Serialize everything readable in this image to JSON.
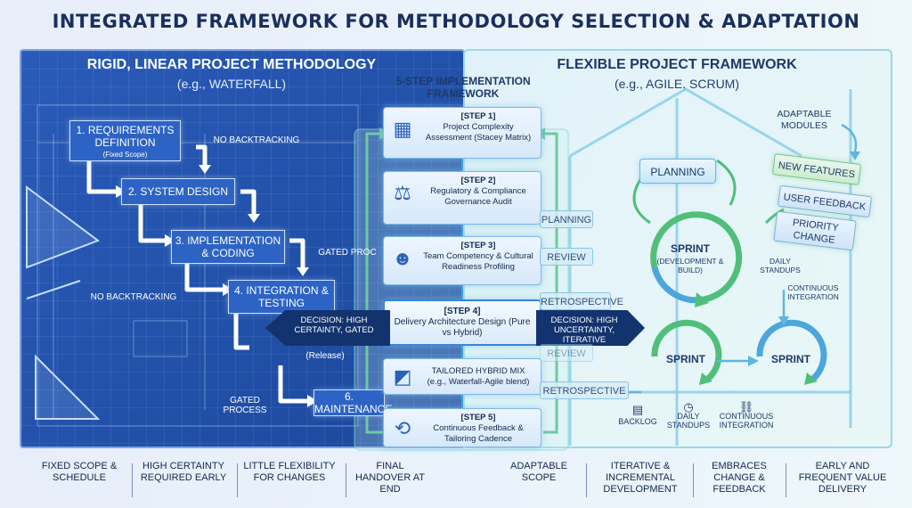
{
  "title": "INTEGRATED FRAMEWORK FOR METHODOLOGY SELECTION & ADAPTATION",
  "left": {
    "title": "RIGID, LINEAR PROJECT METHODOLOGY",
    "subtitle": "(e.g., WATERFALL)",
    "steps": [
      {
        "label": "1. REQUIREMENTS DEFINITION",
        "note": "(Fixed Scope)"
      },
      {
        "label": "2. SYSTEM DESIGN"
      },
      {
        "label": "3. IMPLEMENTATION & CODING"
      },
      {
        "label": "4. INTEGRATION & TESTING"
      },
      {
        "label": "(Release)"
      },
      {
        "label": "6. MAINTENANCE"
      }
    ],
    "notes": [
      "NO BACKTRACKING",
      "NO BACKTRACKING",
      "GATED PROCESS",
      "GATED PROC"
    ]
  },
  "center": {
    "heading": "5-STEP IMPLEMENTATION FRAMEWORK",
    "steps": [
      {
        "tag": "[STEP 1]",
        "text": "Project Complexity Assessment (Stacey Matrix)",
        "icon": "matrix-icon"
      },
      {
        "tag": "[STEP 2]",
        "text": "Regulatory & Compliance Governance Audit",
        "icon": "gavel-icon"
      },
      {
        "tag": "[STEP 3]",
        "text": "Team Competency & Cultural Readiness Profiling",
        "icon": "team-icon"
      },
      {
        "tag": "[STEP 4]",
        "text": "Delivery Architecture Design (Pure vs Hybrid)"
      },
      {
        "tag": "",
        "text": "TAILORED HYBRID MIX (e.g., Waterfall-Agile blend)",
        "icon": "blend-icon"
      },
      {
        "tag": "[STEP 5]",
        "text": "Continuous Feedback & Tailoring Cadence",
        "icon": "cycle-icon"
      }
    ],
    "decision_left": "DECISION: HIGH CERTAINTY, GATED",
    "decision_right": "DECISION: HIGH UNCERTAINTY, ITERATIVE",
    "matrix_labels": [
      "Stacey Matrix"
    ]
  },
  "right": {
    "title": "FLEXIBLE PROJECT FRAMEWORK",
    "subtitle": "(e.g., AGILE, SCRUM)",
    "faded": [
      "PLANNING",
      "REVIEW",
      "RETROSPECTIVE",
      "REVIEW",
      "RETROSPECTIVE"
    ],
    "planning": "PLANNING",
    "sprint_main": "SPRINT",
    "sprint_main_sub": "(DEVELOPMENT & BUILD)",
    "sprint2": "SPRINT",
    "sprint3": "SPRINT",
    "adaptable_modules": "ADAPTABLE MODULES",
    "modules": [
      "NEW FEATURES",
      "USER FEEDBACK",
      "PRIORITY CHANGE"
    ],
    "daily_standups": "DAILY STANDUPS",
    "continuous_integration": "CONTINUOUS INTEGRATION",
    "bottom_icons": [
      "BACKLOG",
      "DAILY STANDUPS",
      "CONTINUOUS INTEGRATION"
    ]
  },
  "bottom": [
    "FIXED SCOPE & SCHEDULE",
    "HIGH CERTAINTY REQUIRED EARLY",
    "LITTLE FLEXIBILITY FOR CHANGES",
    "FINAL HANDOVER AT END",
    "ADAPTABLE SCOPE",
    "ITERATIVE & INCREMENTAL DEVELOPMENT",
    "EMBRACES CHANGE & FEEDBACK",
    "EARLY AND FREQUENT VALUE DELIVERY"
  ],
  "colors": {
    "navy": "#1b2f5e",
    "blueprint": "#2150a8",
    "agile_green": "#4fbf7a",
    "agile_blue": "#4aa6dc"
  }
}
